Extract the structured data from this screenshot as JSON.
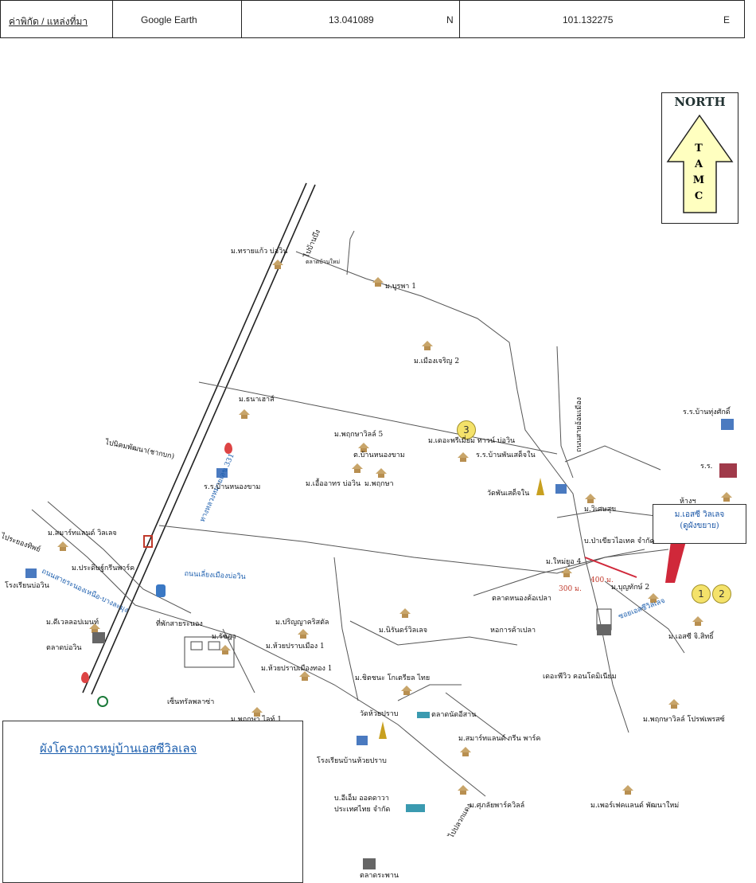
{
  "header": {
    "source_label": "ค่าพิกัด / แหล่งที่มา",
    "source_value": "Google Earth",
    "lat": "13.041089",
    "lat_dir": "N",
    "lon": "101.132275",
    "lon_dir": "E"
  },
  "north_arrow": {
    "title": "NORTH",
    "letters": [
      "T",
      "A",
      "M",
      "C"
    ]
  },
  "callout": {
    "line1": "ม.เอสซี วิลเลจ",
    "line2": "(ดูผังขยาย)"
  },
  "markers": [
    "1",
    "2",
    "3"
  ],
  "roads": {
    "highway": "ทางหลวงหมายเลข 331",
    "road_top": "ไปบ้านบึง",
    "road_left1": "ไปนิคมพัฒนา(ชากบก)",
    "road_left2": "ไประยองทิพย์",
    "road_left3": "ถนนสายระนองเหนือ-บางละมุง",
    "road_mid": "ถนนเลี่ยงเมืองบ่อวิน",
    "road_bottom": "ไปปลวกแดง",
    "road_right": "ถนนสายอ้อมเมือง",
    "distance1": "400 ม.",
    "distance2": "300 ม.",
    "road_red": "ซอยเอสซีวิลเลจ"
  },
  "places": [
    "ม.ทรายแก้ว บ่อวิน",
    "ตลาดบ้านใหม่",
    "ม.บูรพา 1",
    "ม.เมืองเจริญ 2",
    "ม.ธนาเฮาส์",
    "ม.พฤกษาวิลล์ 5",
    "ต.บ้านหนองขาม",
    "ม.เอื้ออาทร บ่อวิน",
    "ม.พฤกษา",
    "ร.ร.บ้านหนองขาม",
    "ม.เดอะพรีเมี่ยม ทาวน์ บ่อวิน",
    "ร.ร.บ้านพันเสด็จใน",
    "วัดพันเสด็จใน",
    "ม.วิเศษสุข",
    "บ.ป่าเขียวไอเทค จำกัด",
    "ม.ใหม่ยูอ 4",
    "ม.บุญทักษ์ 2",
    "ตลาดหนองค้อเปลา",
    "ร.ร.บ้านทุ่งศักดิ์",
    "ร.ร.",
    "ม.สมาร์ทแลนด์ วิลเลจ",
    "ม.ประดิษฐ์กรีนพาร์ค",
    "โรงเรียนบ่อวิน",
    "ม.ดีเวลลอปเมนท์",
    "ตลาดบ่อวิน",
    "ที่พักสายระนอง",
    "ม.รัชฎา",
    "ม.ปริญญาคริสตัล",
    "ม.ห้วยปราบเมือง 1",
    "ม.ห้วยปราบเมืองทอง 1",
    "ม.นิรันดร์วิลเลจ",
    "หอการค้าเปลา",
    "เดอะพีวิว คอนโดมิเนียม",
    "ม.เอสซี จิ.สิทธิ์",
    "ม.ชิตชนะ โกเตรียล ไทย",
    "วัดห้วยปราบ",
    "ตลาดนัดอีสาน",
    "เซ็นทรัลพลาซ่า",
    "ม.สมาร์ทแลนด์ กรีน พาร์ค",
    "โรงเรียนบ้านห้วยปราบ",
    "บ.อีเอ็ม ออดดาวา ประเทศไทย จำกัด",
    "ม.ศุภลัยพาร์ควิลล์",
    "ตลาดระพาน",
    "ม.พฤกษา ไลท์ 1",
    "ม.เพอร์เฟคแลนด์ พัฒนาใหม่",
    "ม.พฤกษาวิลล์ โปรฟเพรสซ์",
    "ห้างฯ"
  ],
  "inset": {
    "title": "ผังโครงการหมู่บ้านเอสซีวิลเลจ"
  }
}
